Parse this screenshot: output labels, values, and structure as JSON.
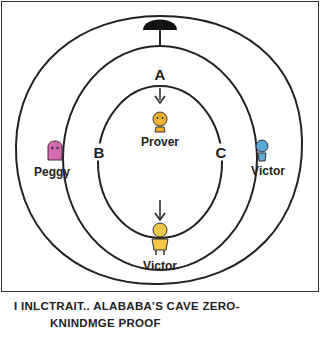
{
  "diagram": {
    "caption": "I INLCTRAIT.. ALABABA'S CAVE ZERO-KNINDMGE PROOF",
    "labels": [
      "A",
      "B",
      "C",
      "Prover",
      "Peggy",
      "Victor",
      "Victor"
    ]
  }
}
